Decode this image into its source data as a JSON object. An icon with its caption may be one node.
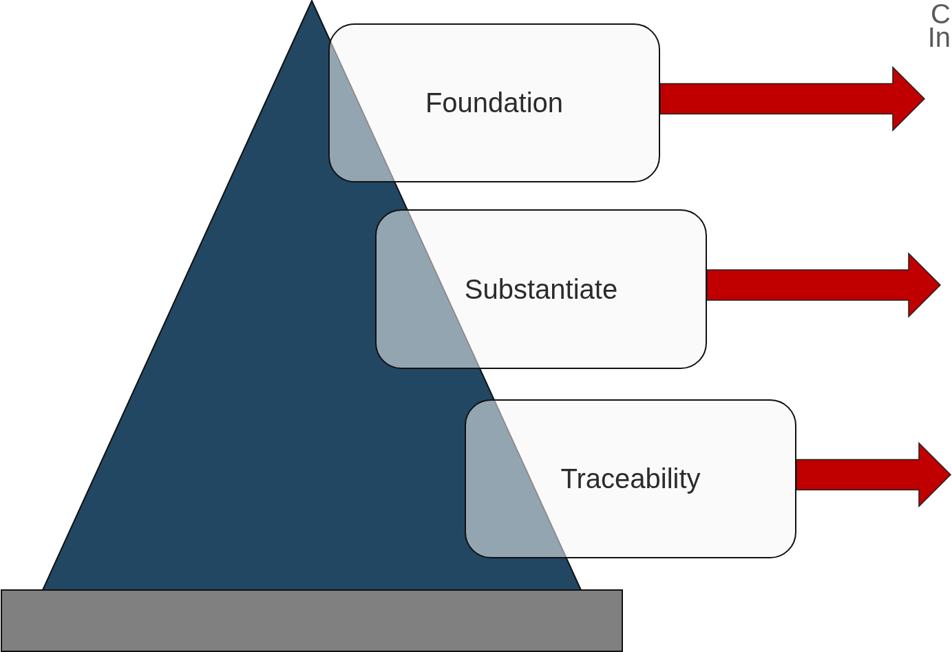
{
  "diagram": {
    "nodes": [
      {
        "text": [
          "Foundation"
        ]
      },
      {
        "text": [
          "Substantiate"
        ]
      },
      {
        "text": [
          "Traceability"
        ]
      }
    ],
    "edges": [
      {
        "from": 0,
        "to": null,
        "arrow": "to"
      },
      {
        "from": 1,
        "to": null,
        "arrow": "to"
      },
      {
        "from": 2,
        "to": null,
        "arrow": "to"
      }
    ],
    "labels": [
      "C",
      "In"
    ]
  }
}
